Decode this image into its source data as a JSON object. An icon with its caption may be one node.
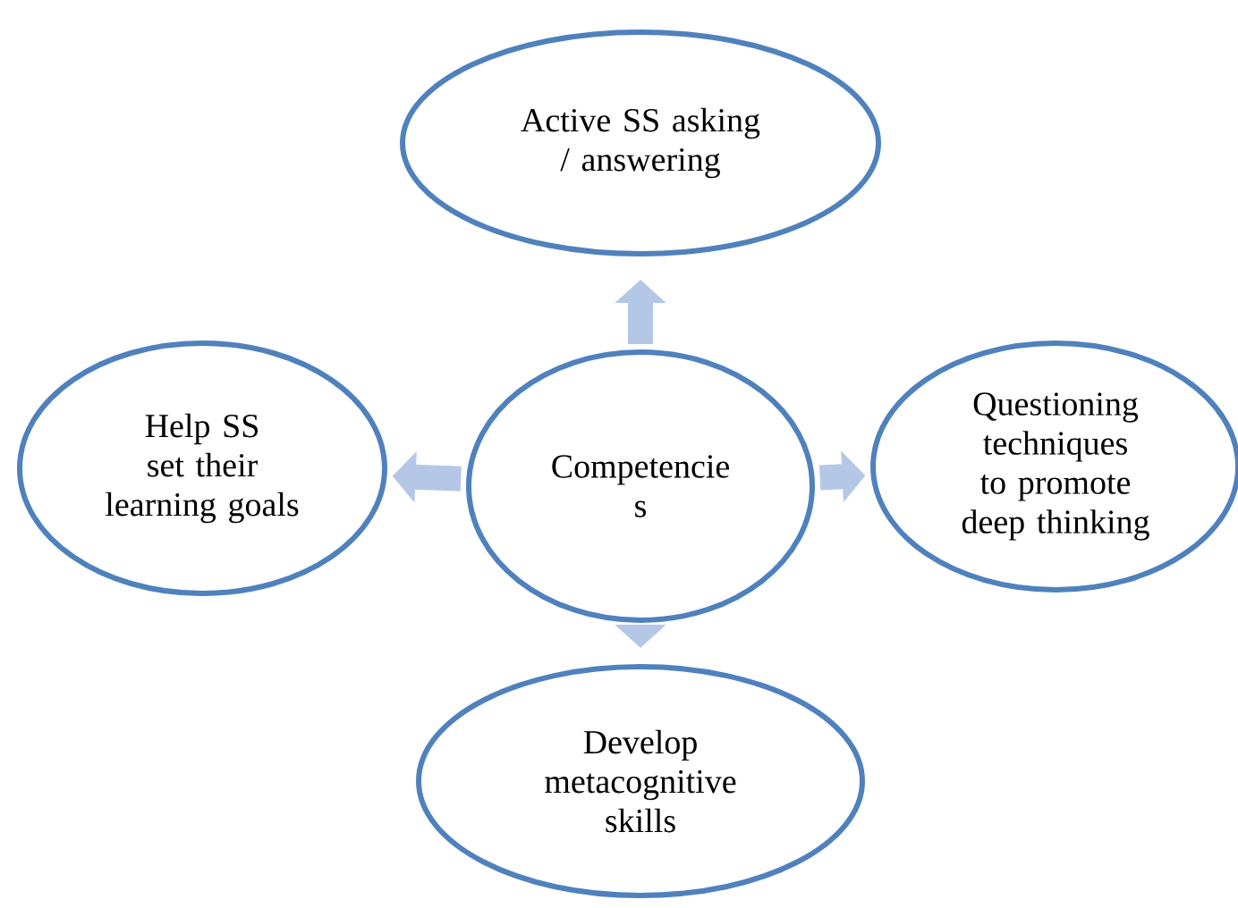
{
  "diagram": {
    "nodes": [
      {
        "text": [
          "Active SS asking / answering"
        ]
      },
      {
        "text": [
          "Help SS set their learning goals"
        ]
      },
      {
        "text": [
          "Competencie s"
        ]
      },
      {
        "text": [
          "Questioning techniques to promote deep thinking"
        ]
      },
      {
        "text": [
          "Develop metacognitive skills"
        ]
      }
    ],
    "edges": [
      {
        "from": 2,
        "to": 0,
        "arrow": "to"
      },
      {
        "from": 2,
        "to": 1,
        "arrow": "to"
      },
      {
        "from": 2,
        "to": 3,
        "arrow": "to"
      },
      {
        "from": 2,
        "to": 4,
        "arrow": "to"
      }
    ]
  }
}
